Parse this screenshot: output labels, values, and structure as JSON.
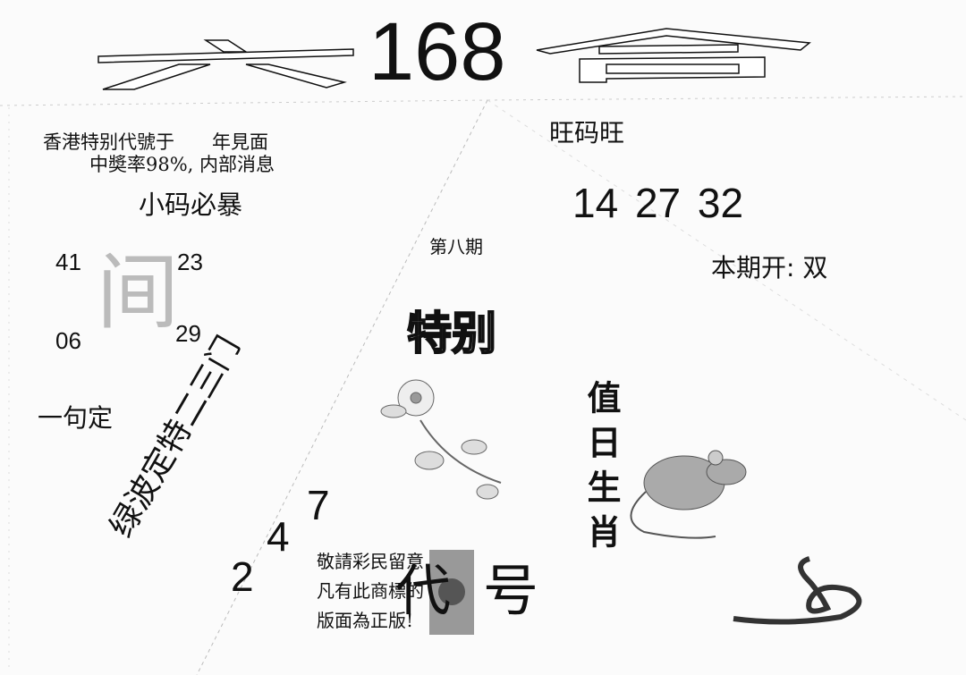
{
  "header": {
    "title_left_glyph": "六",
    "title_number": "168",
    "title_right_glyph": "合"
  },
  "intro": {
    "line1": "香港特别代號于　　年見面",
    "line2": "中奬率98%, 内部消息"
  },
  "small_code": {
    "label": "小码必暴",
    "numbers": [
      "41",
      "23",
      "06",
      "29"
    ],
    "center_glyph": "间"
  },
  "one_sentence": "一句定",
  "diagonal_hint": "绿波定特二三门",
  "hot_code": {
    "label": "旺码旺",
    "numbers": "14 27 32"
  },
  "issue": "第八期",
  "this_issue": "本期开: 双",
  "special": "特别",
  "zodiac_label": "值日生肖",
  "sequence": [
    "2",
    "4",
    "7"
  ],
  "notice": {
    "line1": "敬請彩民留意",
    "line2": "凡有此商標的",
    "line3": "版面為正版!"
  },
  "code_label": "代号"
}
